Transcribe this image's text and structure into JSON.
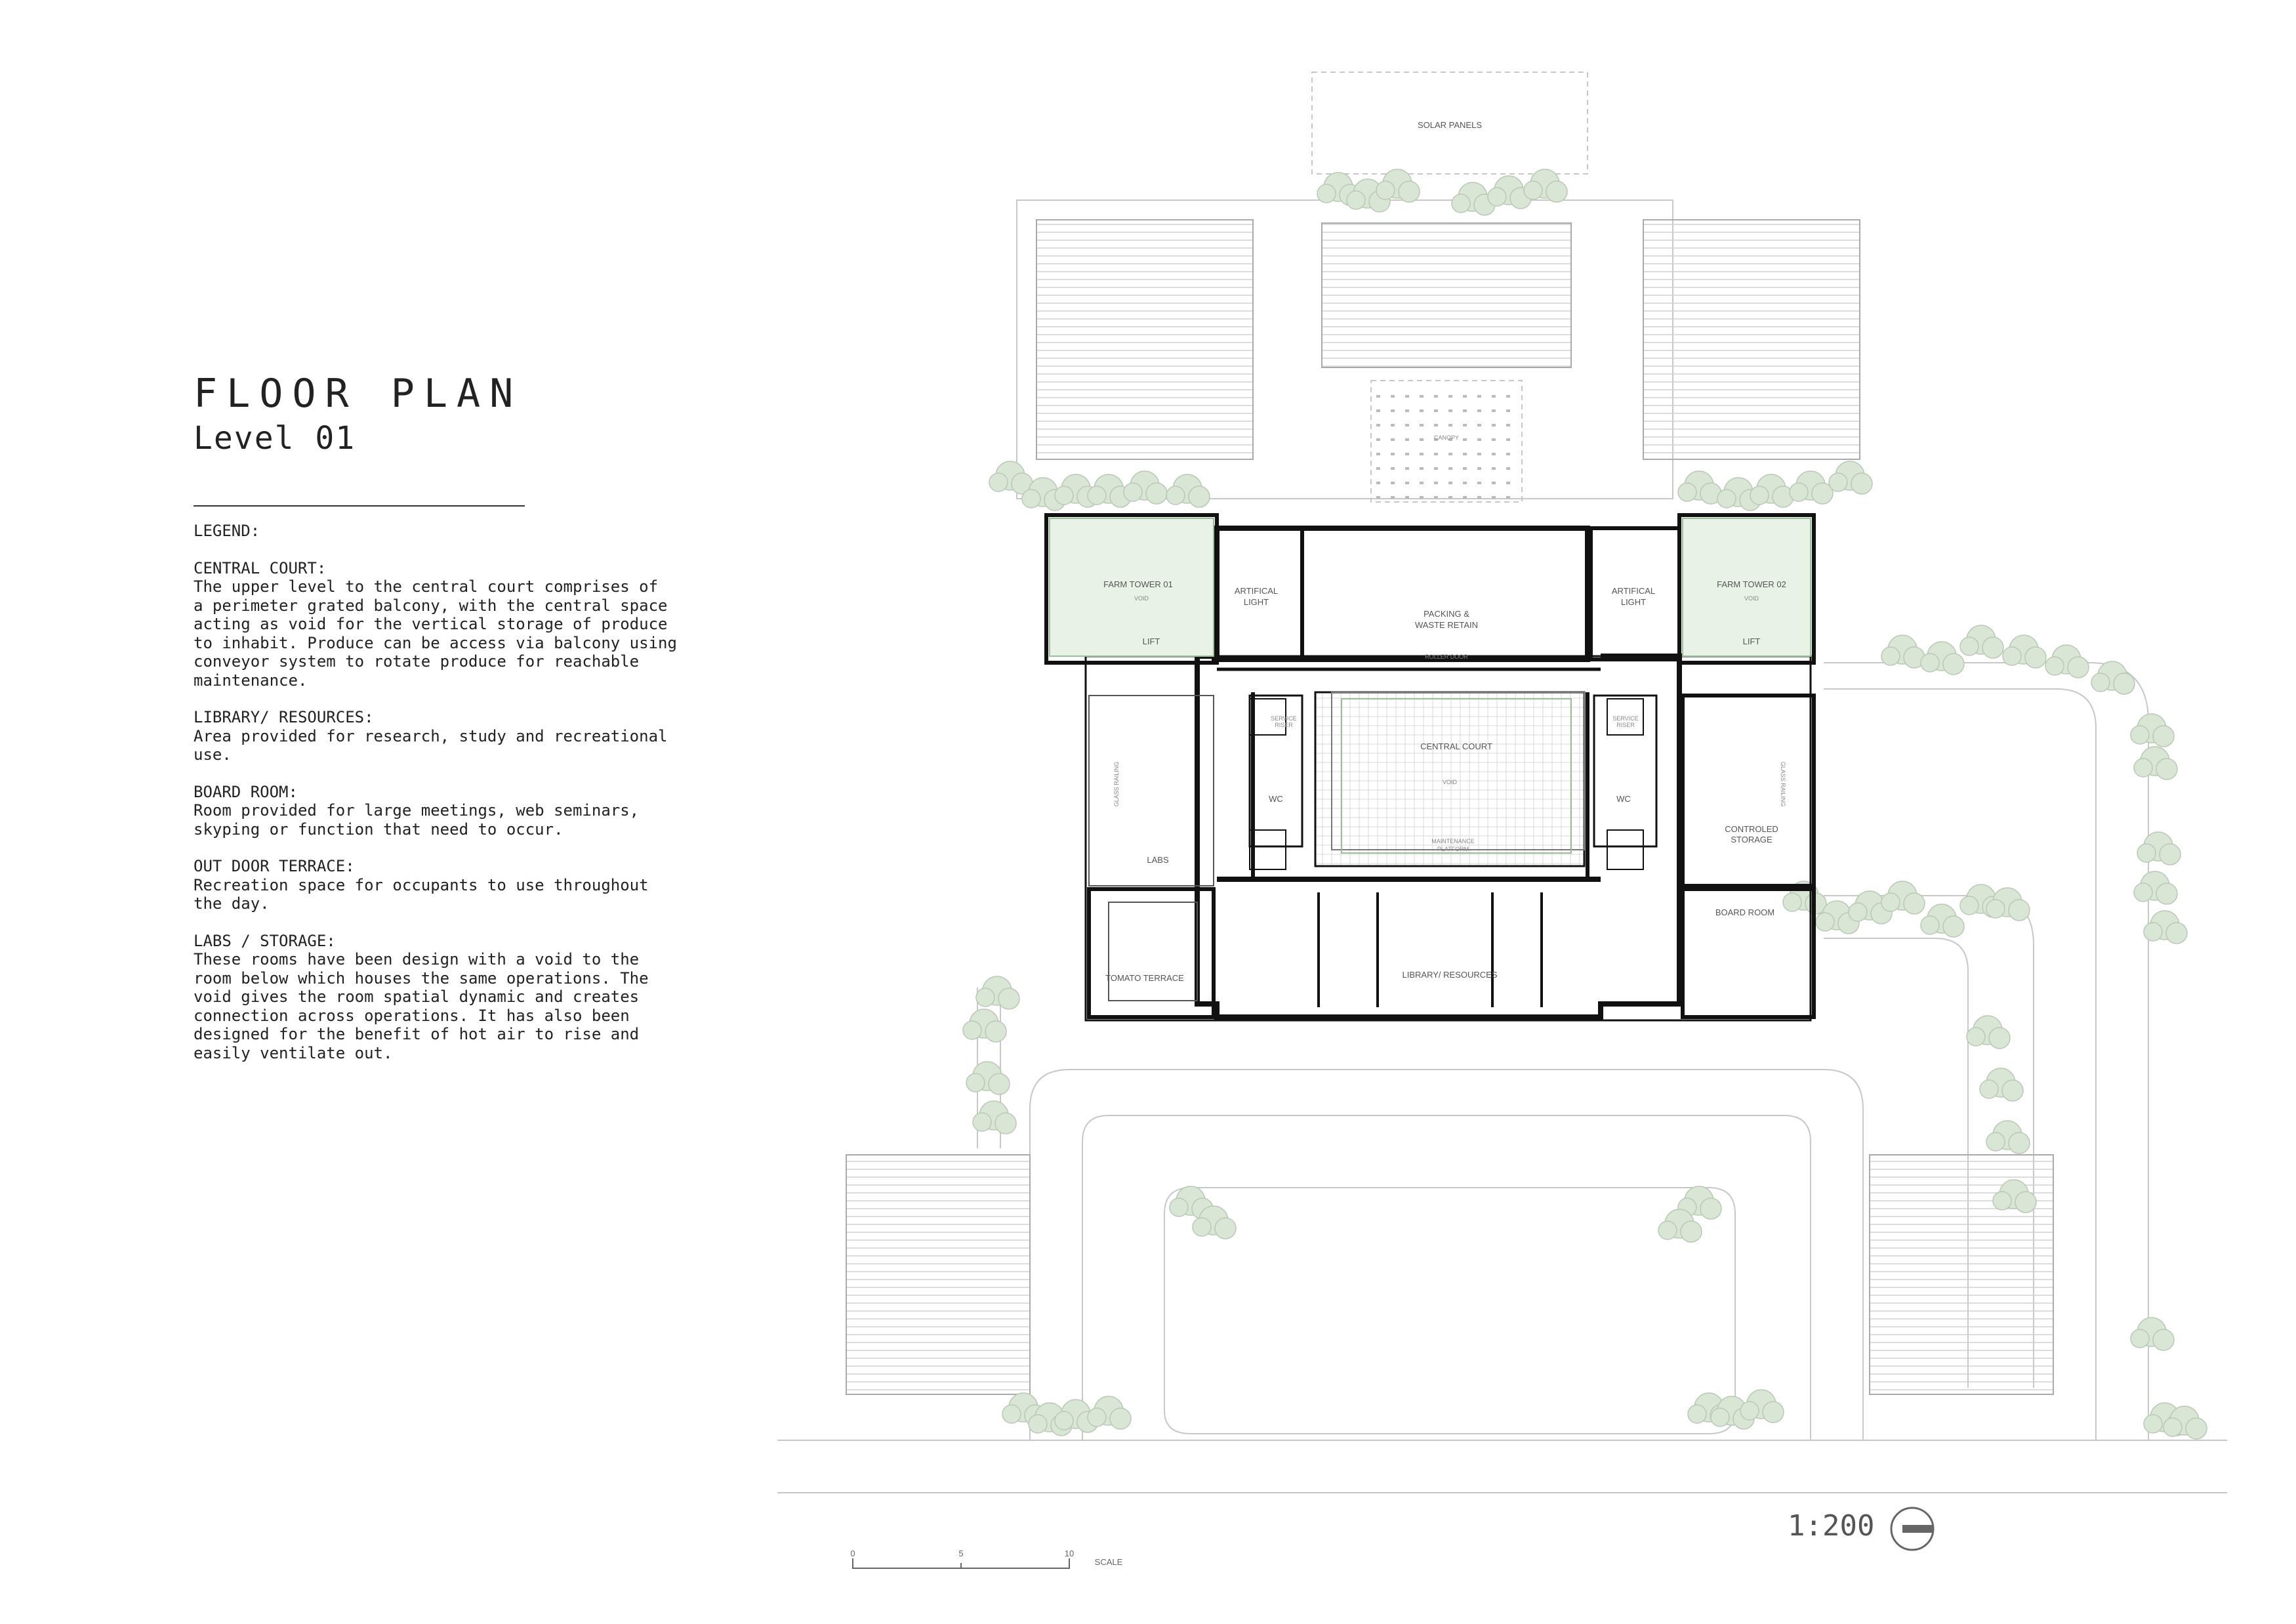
{
  "sheet": {
    "title": "FLOOR PLAN",
    "subtitle": "Level 01"
  },
  "legend": {
    "heading": "LEGEND:",
    "sections": [
      {
        "title": "CENTRAL COURT:",
        "lines": [
          "The upper level to the central court comprises of",
          "a perimeter grated balcony, with the central space",
          "acting as void for the vertical storage of produce",
          "to inhabit. Produce can be access via balcony using",
          "conveyor system to rotate produce for reachable",
          "maintenance."
        ]
      },
      {
        "title": "LIBRARY/ RESOURCES:",
        "lines": [
          "Area provided for research, study and recreational",
          "use."
        ]
      },
      {
        "title": "BOARD ROOM:",
        "lines": [
          "Room provided for large meetings, web seminars,",
          "skyping or function that need to occur."
        ]
      },
      {
        "title": "OUT DOOR TERRACE:",
        "lines": [
          "Recreation space for occupants to use throughout",
          "the day."
        ]
      },
      {
        "title": "LABS / STORAGE:",
        "lines": [
          "These rooms have been design with a void to the",
          "room below which houses the same operations. The",
          "void gives the room spatial dynamic and creates",
          "connection across operations. It has also been",
          "designed for the benefit of hot air to rise and",
          "easily ventilate out."
        ]
      }
    ]
  },
  "plan": {
    "labels": {
      "solar_panels": "SOLAR PANELS",
      "canopy": "CANOPY",
      "farm_tower_01": "FARM TOWER 01",
      "farm_tower_02": "FARM TOWER 02",
      "void": "VOID",
      "lift": "LIFT",
      "artificial_light": [
        "ARTIFICAL",
        "LIGHT"
      ],
      "packing": [
        "PACKING &",
        "WASTE RETAIN"
      ],
      "roller_door": "ROLLER DOOR",
      "central_court": "CENTRAL COURT",
      "maintenance_platform": [
        "MAINTENANCE",
        "PLATFORM"
      ],
      "wc": "WC",
      "service_riser": [
        "SERVICE",
        "RISER"
      ],
      "glass_railing": "GLASS RAILING",
      "labs": "LABS",
      "tomato_terrace": "TOMATO TERRACE",
      "library": "LIBRARY/ RESOURCES",
      "controlled_storage": [
        "CONTROLED",
        "STORAGE"
      ],
      "board_room": "BOARD ROOM"
    },
    "vegetation_color": "#d9e6d6",
    "planter_color": "#cfe3cc"
  },
  "scale": {
    "ticks": [
      "0",
      "5",
      "10"
    ],
    "label": "SCALE",
    "ratio": "1:200"
  }
}
